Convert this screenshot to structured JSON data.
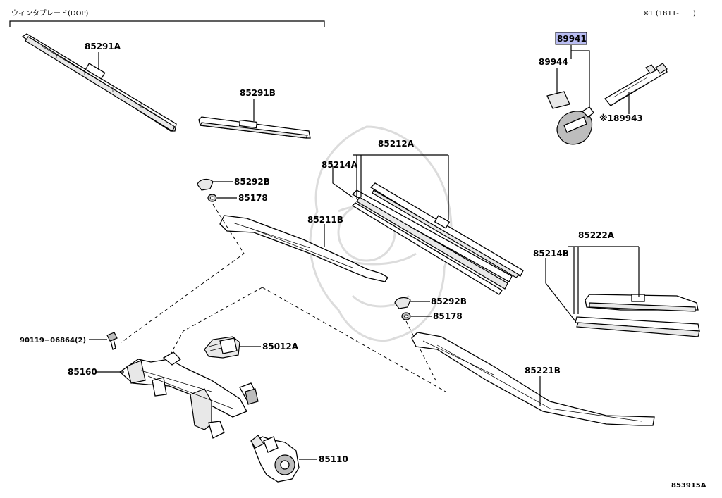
{
  "header": {
    "group_label": "ウィンタブレード(DOP)",
    "note": "※1 (1811-　　)"
  },
  "diagram_id": "853915A",
  "parts": {
    "p85291A": "85291A",
    "p85291B": "85291B",
    "p85292B_top": "85292B",
    "p85178_top": "85178",
    "p85211B": "85211B",
    "p85212A": "85212A",
    "p85214A": "85214A",
    "p89941": "89941",
    "p89944": "89944",
    "p89943": "※189943",
    "p85222A": "85222A",
    "p85214B": "85214B",
    "p85292B_mid": "85292B",
    "p85178_mid": "85178",
    "p85221B": "85221B",
    "p90119": "90119−06864(2)",
    "p85160": "85160",
    "p85012A": "85012A",
    "p85110": "85110"
  },
  "highlight_color": "#b9bdf3"
}
